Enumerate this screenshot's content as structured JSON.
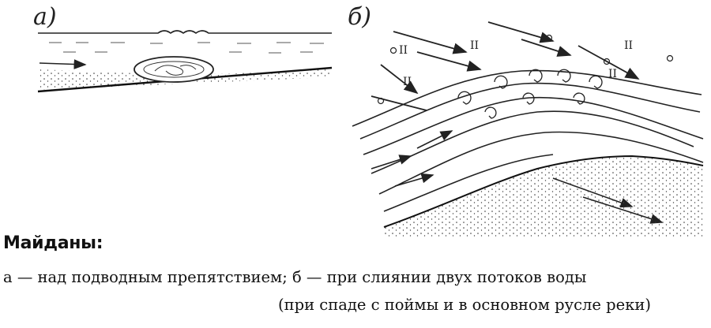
{
  "figure": {
    "label_a": "а)",
    "label_b": "б)",
    "flow_mark": "II"
  },
  "caption": {
    "heading": "Майданы:",
    "line1": "а — над подводным препятствием; б — при слиянии двух потоков воды",
    "line2": "(при   спаде с поймы и в основном русле реки)"
  }
}
